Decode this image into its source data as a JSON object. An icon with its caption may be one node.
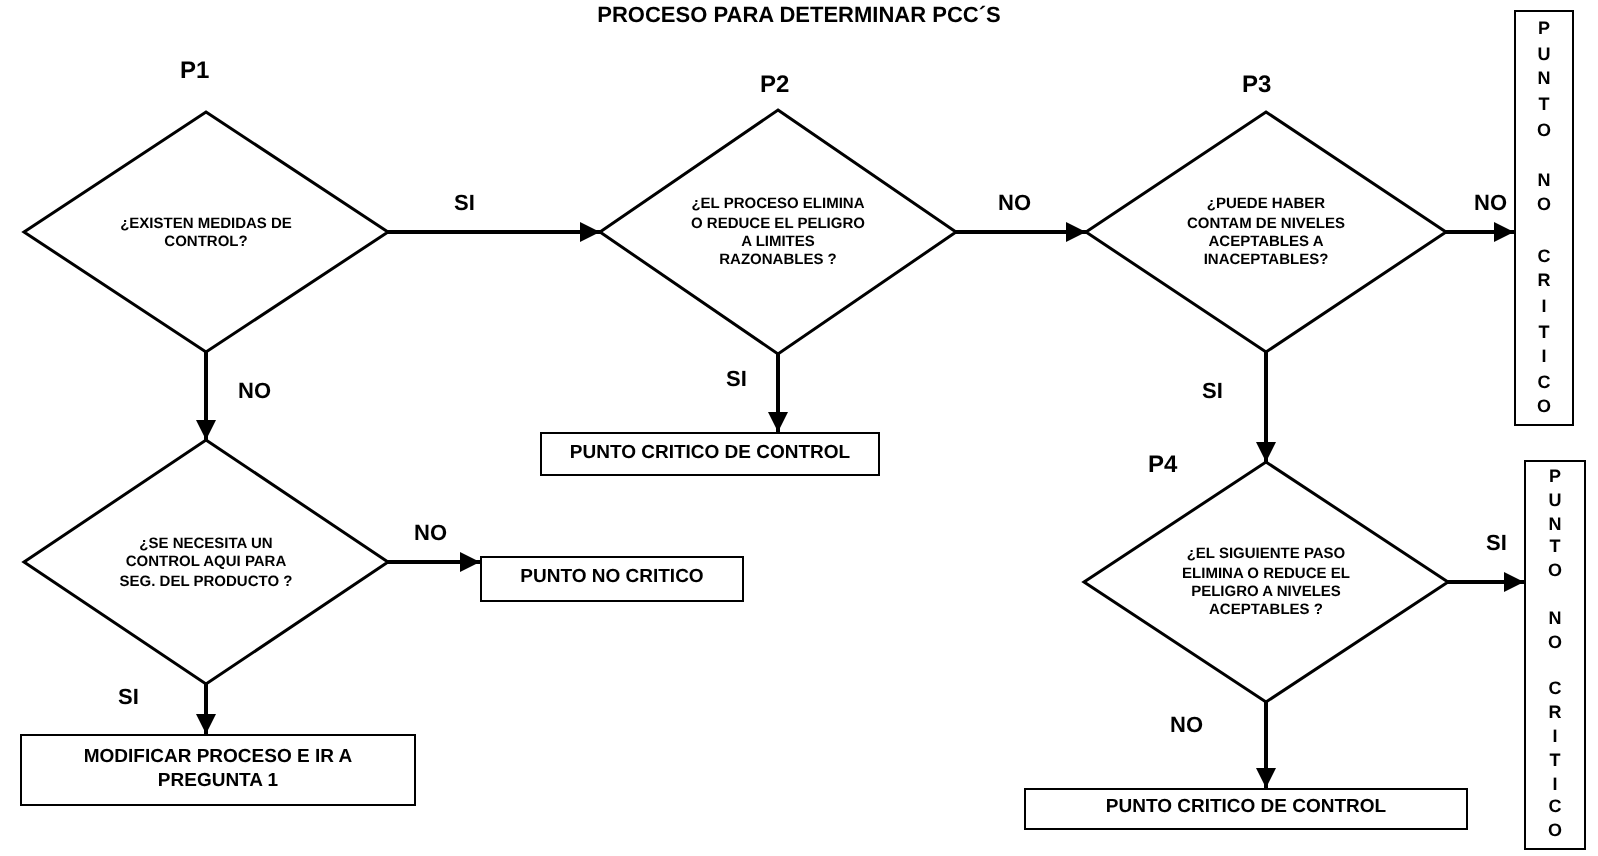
{
  "diagram": {
    "title": "PROCESO PARA DETERMINAR PCC´S",
    "nodes": [
      {
        "text": [
          "P1",
          "¿EXISTEN MEDIDAS DE CONTROL?"
        ]
      },
      {
        "text": [
          "P2",
          "¿EL PROCESO ELIMINA O REDUCE EL PELIGRO A LIMITES RAZONABLES ?"
        ]
      },
      {
        "text": [
          "P3",
          "¿PUEDE HABER CONTAM DE NIVELES ACEPTABLES A INACEPTABLES?"
        ]
      },
      {
        "text": [
          "PUNTO NO CRITICO"
        ]
      },
      {
        "text": [
          "PUNTO CRITICO DE CONTROL"
        ]
      },
      {
        "text": [
          "¿SE NECESITA UN CONTROL AQUI PARA SEG. DEL PRODUCTO ?"
        ]
      },
      {
        "text": [
          "PUNTO NO CRITICO"
        ]
      },
      {
        "text": [
          "P4",
          "¿EL SIGUIENTE PASO ELIMINA O REDUCE EL PELIGRO A NIVELES ACEPTABLES ?"
        ]
      },
      {
        "text": [
          "PUNTO NO CRITICO"
        ]
      },
      {
        "text": [
          "MODIFICAR PROCESO E IR A PREGUNTA 1"
        ]
      },
      {
        "text": [
          "PUNTO CRITICO DE CONTROL"
        ]
      }
    ],
    "edges": [
      {
        "from": 0,
        "to": 1,
        "arrow": "to",
        "label": "SI"
      },
      {
        "from": 1,
        "to": 4,
        "arrow": "to",
        "label": "SI"
      },
      {
        "from": 1,
        "to": 2,
        "arrow": "to",
        "label": "NO"
      },
      {
        "from": 2,
        "to": 3,
        "arrow": "to",
        "label": "NO"
      },
      {
        "from": 0,
        "to": 5,
        "arrow": "to",
        "label": "NO"
      },
      {
        "from": 2,
        "to": 7,
        "arrow": "to",
        "label": "SI"
      },
      {
        "from": 5,
        "to": 6,
        "arrow": "to",
        "label": "NO"
      },
      {
        "from": 5,
        "to": 9,
        "arrow": "to",
        "label": "SI"
      },
      {
        "from": 7,
        "to": 8,
        "arrow": "to",
        "label": "SI"
      },
      {
        "from": 7,
        "to": 10,
        "arrow": "to",
        "label": "NO"
      }
    ]
  }
}
